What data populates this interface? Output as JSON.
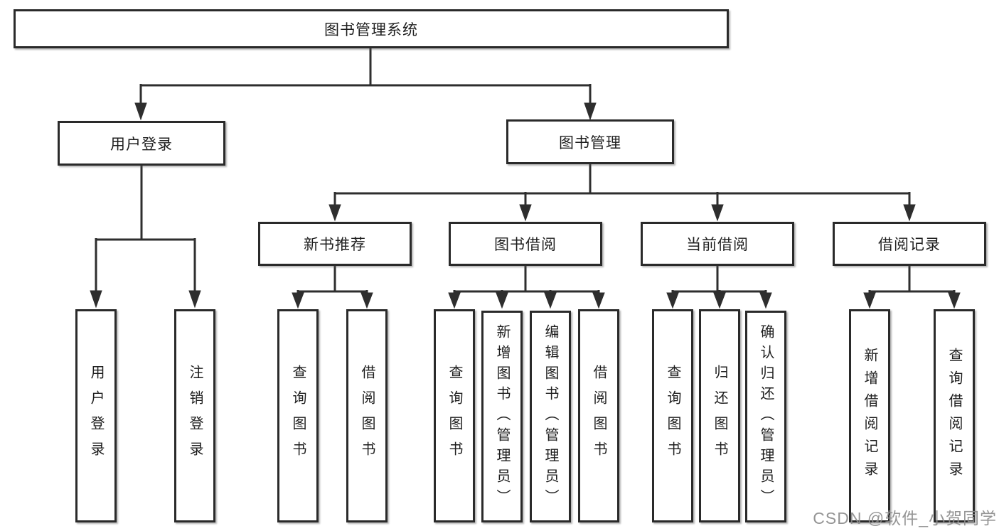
{
  "diagram": {
    "tree": {
      "label": "图书管理系统",
      "children": [
        {
          "label": "用户登录",
          "children": [
            {
              "label": "用户登录"
            },
            {
              "label": "注销登录"
            }
          ]
        },
        {
          "label": "图书管理",
          "children": [
            {
              "label": "新书推荐",
              "children": [
                {
                  "label": "查询图书"
                },
                {
                  "label": "借阅图书"
                }
              ]
            },
            {
              "label": "图书借阅",
              "children": [
                {
                  "label": "查询图书"
                },
                {
                  "label": "新增图书（管理员）"
                },
                {
                  "label": "编辑图书（管理员）"
                },
                {
                  "label": "借阅图书"
                }
              ]
            },
            {
              "label": "当前借阅",
              "children": [
                {
                  "label": "查询图书"
                },
                {
                  "label": "归还图书"
                },
                {
                  "label": "确认归还（管理员）"
                }
              ]
            },
            {
              "label": "借阅记录",
              "children": [
                {
                  "label": "新增借阅记录"
                },
                {
                  "label": "查询借阅记录"
                }
              ]
            }
          ]
        }
      ]
    },
    "watermark": "CSDN @软件_小贺同学",
    "colors": {
      "line": "#2e2e2e",
      "box_border": "#2a2a2a",
      "text": "#1e1e1e",
      "background": "#ffffff",
      "watermark": "#8c8c8c"
    }
  }
}
